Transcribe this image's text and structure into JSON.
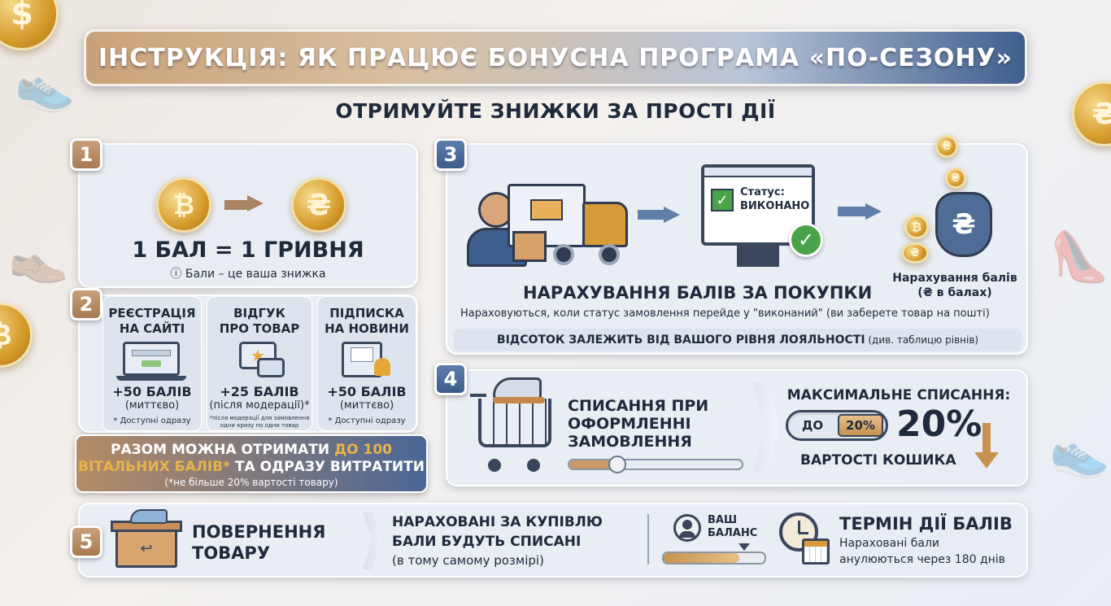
{
  "title": "ІНСТРУКЦІЯ: ЯК ПРАЦЮЄ БОНУСНА ПРОГРАМА «ПО-СЕЗОНУ»",
  "subtitle": "ОТРИМУЙТЕ ЗНИЖКИ ЗА ПРОСТІ ДІЇ",
  "colors": {
    "gold": "#d69c2c",
    "navy": "#3c5d8c",
    "tan": "#b98a62",
    "text": "#1f2a3c"
  },
  "step1": {
    "number": "1",
    "coin_left_symbol": "₿",
    "coin_right_symbol": "₴",
    "headline": "1 БАЛ = 1 ГРИВНЯ",
    "info_icon": "ⓘ",
    "note": "Бали – це ваша знижка"
  },
  "step2": {
    "number": "2",
    "cards": [
      {
        "title_line1": "РЕЄСТРАЦІЯ",
        "title_line2": "НА САЙТІ",
        "icon": "laptop-icon",
        "points": "+50 БАЛІВ",
        "when": "(миттєво)",
        "note": "* Доступні одразу",
        "note2": ""
      },
      {
        "title_line1": "ВІДГУК",
        "title_line2": "ПРО ТОВАР",
        "icon": "review-icon",
        "points": "+25 БАЛІВ",
        "when": "(після модерації)*",
        "note": "*після модерації для замовлення",
        "note2": "одни кризу по одни товар"
      },
      {
        "title_line1": "ПІДПИСКА",
        "title_line2": "НА НОВИНИ",
        "icon": "mail-bell-icon",
        "points": "+50 БАЛІВ",
        "when": "(миттєво)",
        "note": "* Доступні одразу",
        "note2": ""
      }
    ],
    "summary_a": "РАЗОМ МОЖНА ОТРИМАТИ ",
    "summary_b": "ДО 100",
    "summary_c": "ВІТАЛЬНИХ БАЛІВ*",
    "summary_d": " ТА ОДРАЗУ ВИТРАТИТИ",
    "summary_note": "(*не більше 20% вартості товару)"
  },
  "step3": {
    "number": "3",
    "screen_status_label": "Статус:",
    "screen_status_value": "ВИКОНАНО",
    "bag_symbol": "₴",
    "bag_caption_line1": "Нарахування балів",
    "bag_caption_line2": "(₴ в балах)",
    "headline": "НАРАХУВАННЯ БАЛІВ ЗА ПОКУПКИ",
    "description": "Нараховуються, коли статус замовлення перейде у \"виконаний\" (ви заберете товар на пошті)",
    "footer_bold": "ВІДСОТОК ЗАЛЕЖИТЬ ВІД ВАШОГО РІВНЯ ЛОЯЛЬНОСТІ",
    "footer_normal": " (див. таблицю рівнів)"
  },
  "step4": {
    "number": "4",
    "label_line1": "СПИСАННЯ ПРИ",
    "label_line2": "ОФОРМЛЕННІ",
    "label_line3": "ЗАМОВЛЕННЯ",
    "max_title": "МАКСИМАЛЬНЕ СПИСАННЯ:",
    "pill_prefix": "ДО",
    "pill_value": "20%",
    "big_value": "20%",
    "caption": "ВАРТОСТІ КОШИКА"
  },
  "step5": {
    "number": "5",
    "return_line1": "ПОВЕРНЕННЯ",
    "return_line2": "ТОВАРУ",
    "explain_line1": "НАРАХОВАНІ ЗА КУПІВЛЮ",
    "explain_line2": "БАЛИ БУДУТЬ СПИСАНІ",
    "explain_line3": "(в тому самому розмірі)",
    "balance_line1": "ВАШ",
    "balance_line2": "БАЛАНС",
    "balance_fill": 0.75,
    "term_title": "ТЕРМІН ДІЇ БАЛІВ",
    "term_line1": "Нараховані бали",
    "term_line2": "анулюються через 180 днів"
  }
}
